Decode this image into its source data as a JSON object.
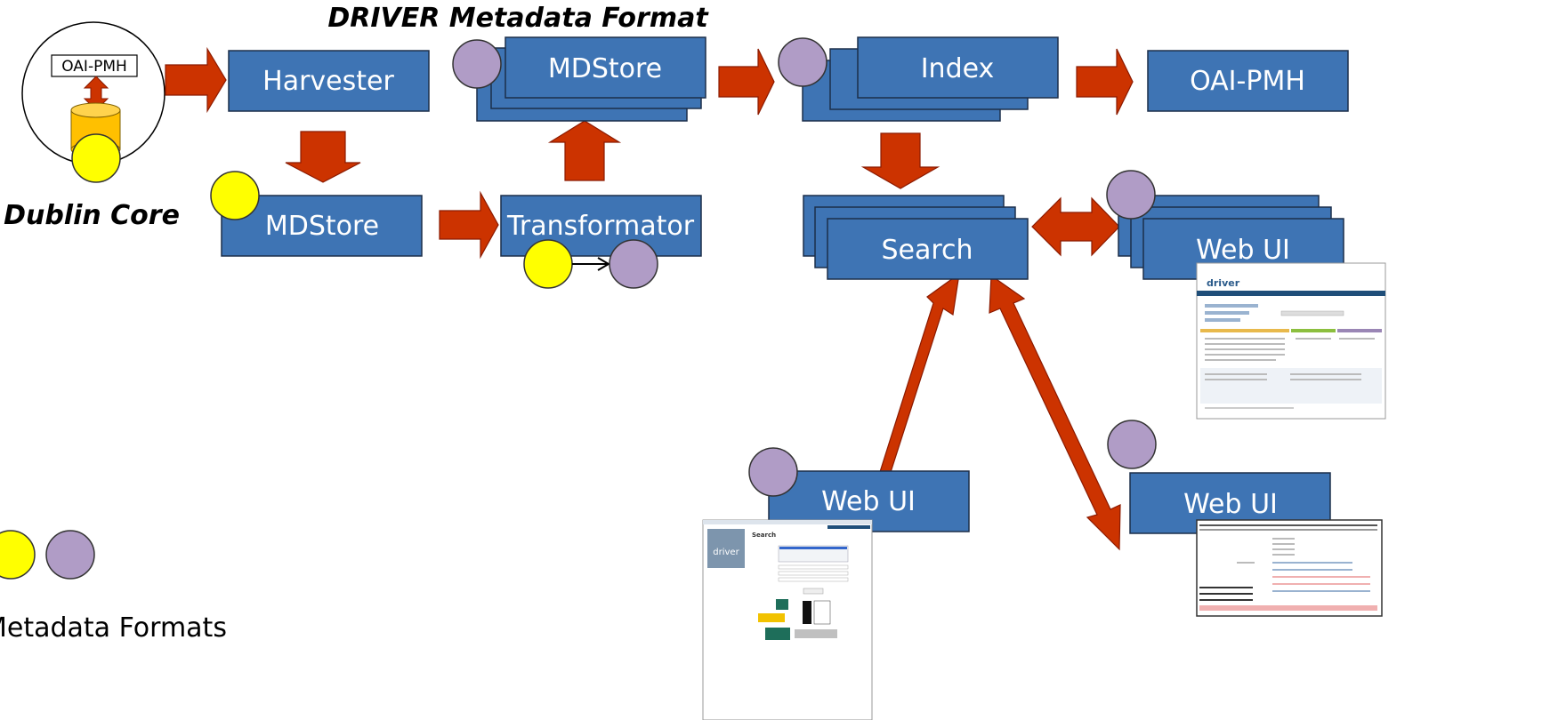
{
  "colors": {
    "box_fill": "#3e74b4",
    "arrow_fill": "#cc3300",
    "dc_circle": "#ffff00",
    "driver_circle": "#b09cc6",
    "db_cylinder": "#ffc000"
  },
  "titles": {
    "driver_format": "DRIVER Metadata Format",
    "dublin_core": "Dublin Core"
  },
  "source": {
    "oai_label": "OAI-PMH"
  },
  "boxes": {
    "harvester": "Harvester",
    "mdstore_top": "MDStore",
    "mdstore_bottom": "MDStore",
    "transformator": "Transformator",
    "index": "Index",
    "oai_pmh": "OAI-PMH",
    "search": "Search",
    "webui_right": "Web UI",
    "webui_bottom_left": "Web UI",
    "webui_bottom_right": "Web UI"
  },
  "legend": {
    "label": "Metadata Formats"
  },
  "screenshots": {
    "driver_logo": "driver",
    "search_heading": "Search"
  }
}
